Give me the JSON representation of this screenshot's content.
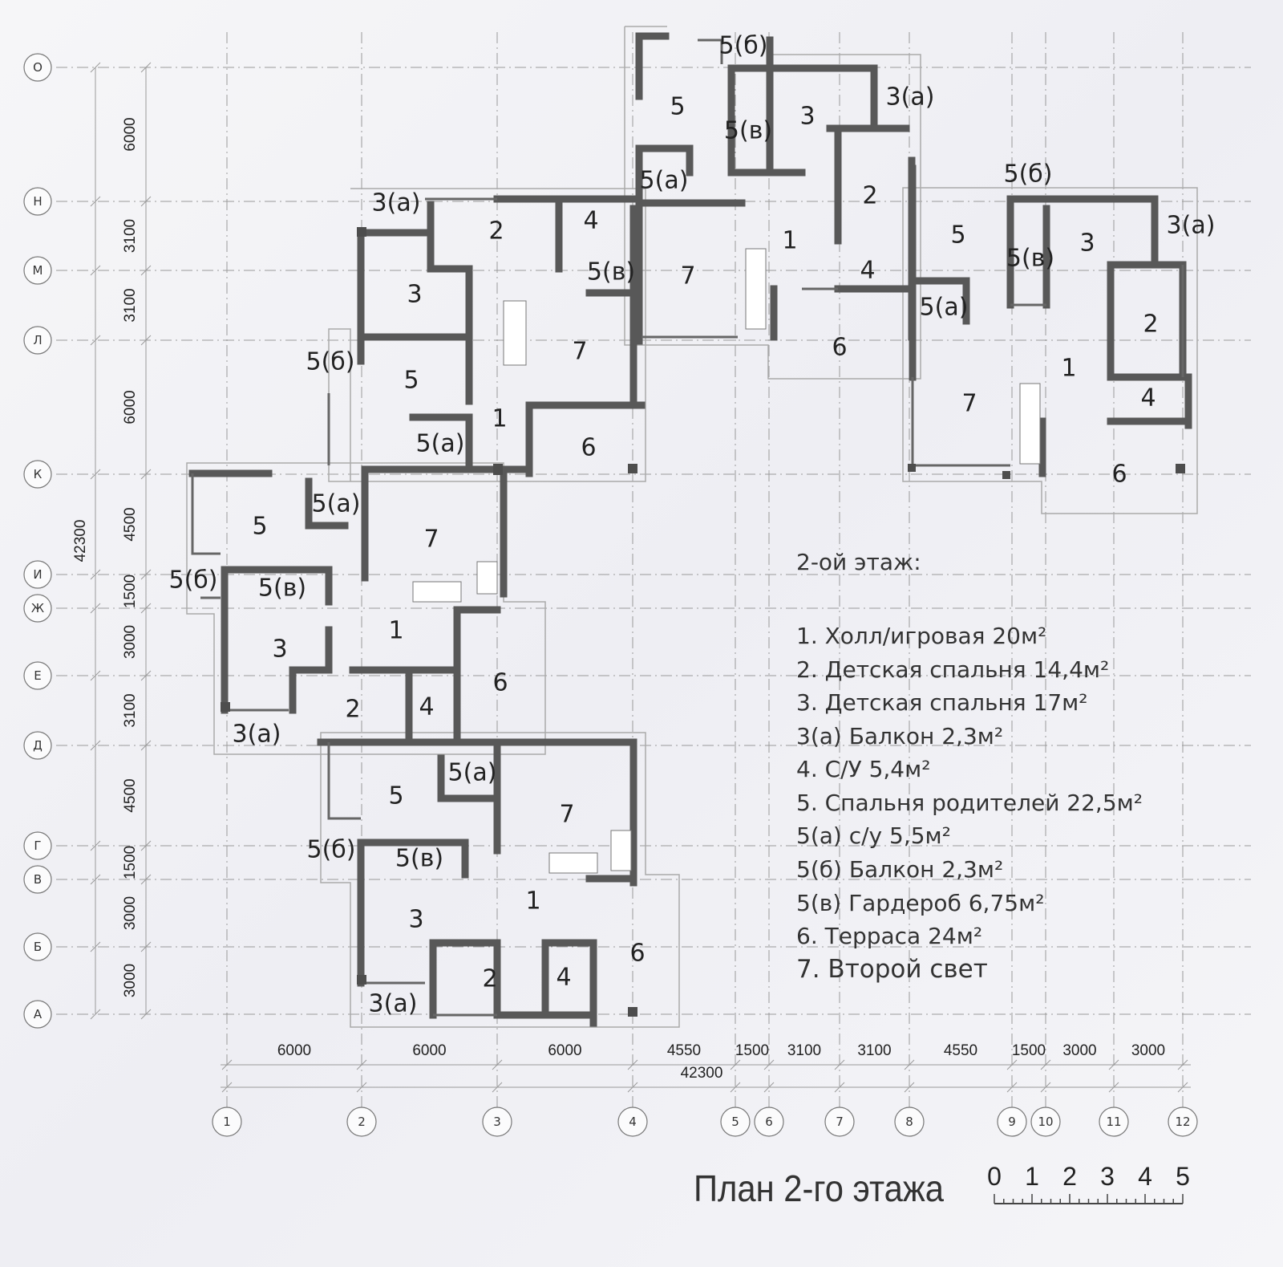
{
  "axes": {
    "rows": [
      "О",
      "Н",
      "М",
      "Л",
      "К",
      "И",
      "Ж",
      "Е",
      "Д",
      "Г",
      "В",
      "Б",
      "А"
    ],
    "cols": [
      "1",
      "2",
      "3",
      "4",
      "5",
      "6",
      "7",
      "8",
      "9",
      "10",
      "11",
      "12"
    ],
    "row_dims": [
      "6000",
      "3100",
      "3100",
      "6000",
      "4500",
      "1500",
      "3000",
      "3100",
      "4500",
      "1500",
      "3000",
      "3000"
    ],
    "row_total": "42300",
    "col_dims": [
      "6000",
      "6000",
      "6000",
      "4550",
      "1500",
      "3100",
      "3100",
      "4550",
      "1500",
      "3000",
      "3000"
    ],
    "col_total": "42300"
  },
  "units": [
    {
      "rooms": [
        "5(б)",
        "5",
        "5(в)",
        "3",
        "3(а)",
        "5(а)",
        "2",
        "1",
        "7",
        "4",
        "6"
      ]
    },
    {
      "rooms": [
        "5(б)",
        "5",
        "5(в)",
        "3",
        "3(а)",
        "5(а)",
        "2",
        "1",
        "7",
        "4",
        "6"
      ]
    },
    {
      "rooms": [
        "3(а)",
        "2",
        "4",
        "5(в)",
        "3",
        "7",
        "5(б)",
        "5",
        "1",
        "5(а)",
        "6"
      ]
    },
    {
      "rooms": [
        "5(а)",
        "5",
        "7",
        "5(б)",
        "5(в)",
        "1",
        "3",
        "6",
        "2",
        "4",
        "3(а)"
      ]
    },
    {
      "rooms": [
        "5(а)",
        "5",
        "7",
        "5(б)",
        "5(в)",
        "1",
        "3",
        "6",
        "2",
        "4",
        "3(а)"
      ]
    }
  ],
  "legend": {
    "heading": "2-ой этаж:",
    "items": [
      "1. Холл/игровая 20м²",
      "2. Детская спальня 14,4м²",
      "3. Детская спальня 17м²",
      "3(а) Балкон 2,3м²",
      "4. С/У 5,4м²",
      "5. Спальня родителей 22,5м²",
      "5(а) с/у 5,5м²",
      "5(б) Балкон 2,3м²",
      "5(в) Гардероб 6,75м²",
      "6. Терраса 24м²",
      "7. Второй свет"
    ]
  },
  "title": "План 2-го этажа",
  "scale": {
    "ticks": [
      "0",
      "1",
      "2",
      "3",
      "4",
      "5"
    ],
    "unit_max": 5
  }
}
